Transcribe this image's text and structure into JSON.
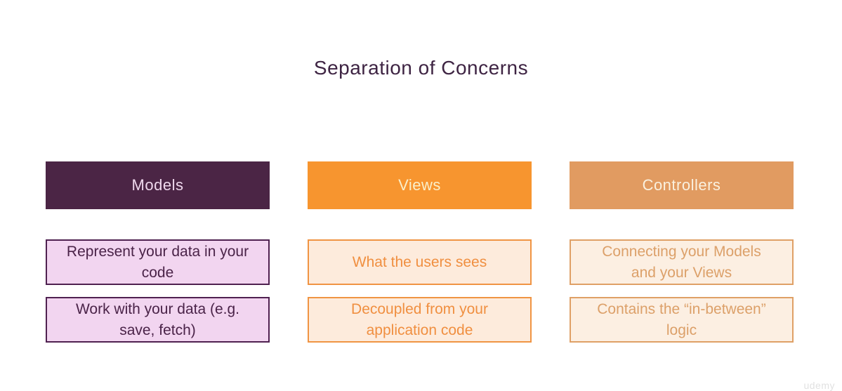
{
  "title": "Separation of Concerns",
  "columns": [
    {
      "header": "Models",
      "items": [
        "Represent your data in your\ncode",
        "Work with your data (e.g.\nsave, fetch)"
      ],
      "colors": {
        "header_bg": "#4B2545",
        "header_text": "#EFD8ED",
        "card_bg": "#F2D5F0",
        "card_border": "#4F2150",
        "card_text": "#4A2348"
      }
    },
    {
      "header": "Views",
      "items": [
        "What the users sees",
        "Decoupled from your\napplication code"
      ],
      "colors": {
        "header_bg": "#F7952F",
        "header_text": "#FAEFC9",
        "card_bg": "#FDEBDC",
        "card_border": "#F09443",
        "card_text": "#F08F40"
      }
    },
    {
      "header": "Controllers",
      "items": [
        "Connecting your Models\nand your Views",
        "Contains the “in-between”\nlogic"
      ],
      "colors": {
        "header_bg": "#E19B61",
        "header_text": "#FAF1DF",
        "card_bg": "#FCEFE2",
        "card_border": "#DFA066",
        "card_text": "#DCA069"
      }
    }
  ],
  "watermark": "udemy"
}
